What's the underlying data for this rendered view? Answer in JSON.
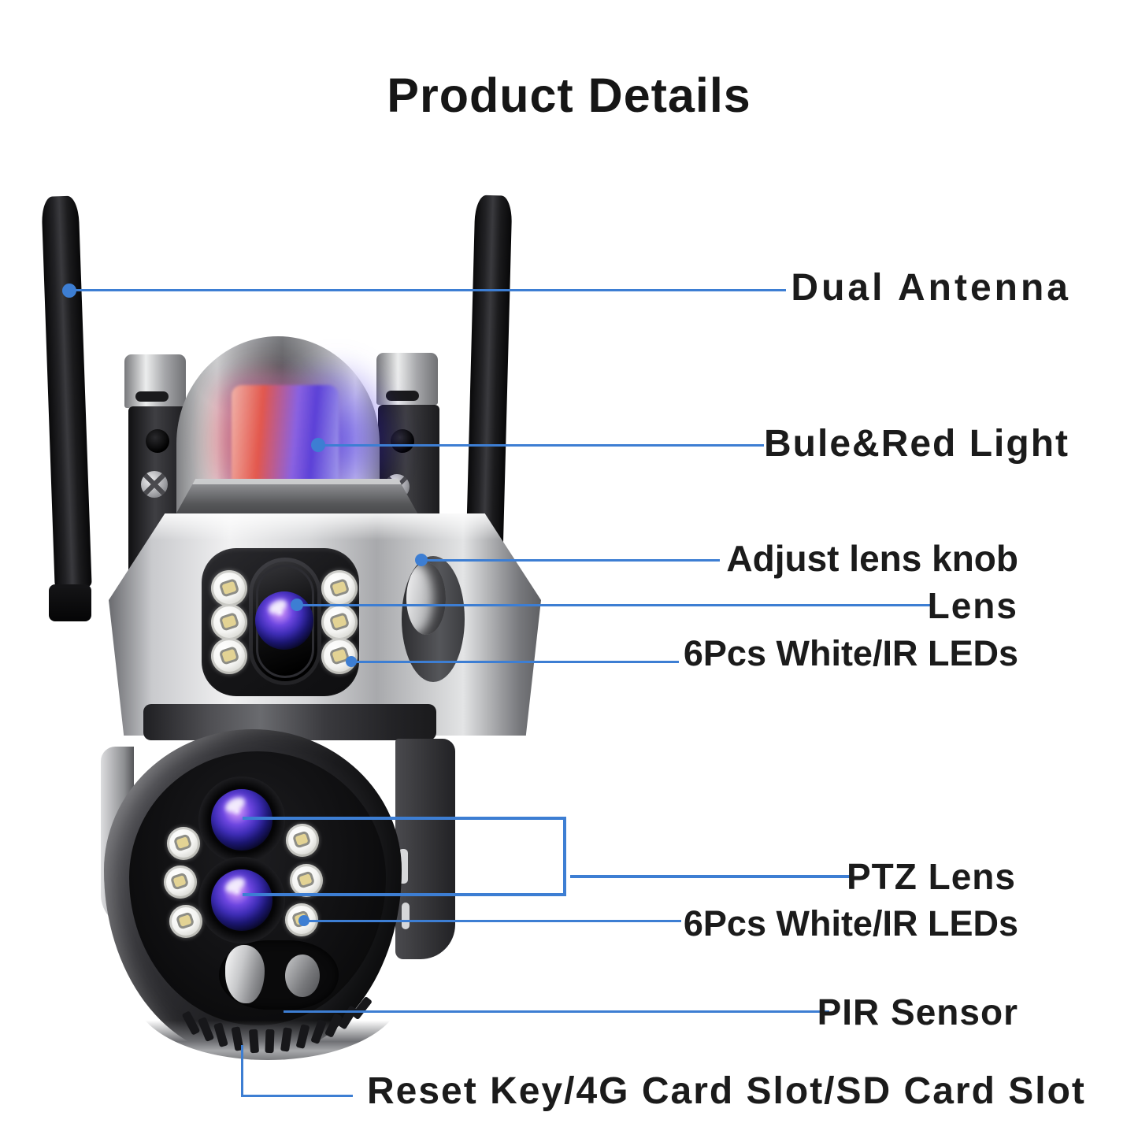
{
  "title": "Product Details",
  "callouts": [
    {
      "id": "dual-antenna",
      "label": "Dual Antenna"
    },
    {
      "id": "blue-red-light",
      "label": "Bule&Red Light"
    },
    {
      "id": "adjust-lens-knob",
      "label": "Adjust lens knob"
    },
    {
      "id": "lens",
      "label": "Lens"
    },
    {
      "id": "leds-upper",
      "label": "6Pcs White/IR LEDs"
    },
    {
      "id": "ptz-lens",
      "label": "PTZ Lens"
    },
    {
      "id": "leds-lower",
      "label": "6Pcs White/IR LEDs"
    },
    {
      "id": "pir-sensor",
      "label": "PIR Sensor"
    },
    {
      "id": "reset-key",
      "label": "Reset Key/4G Card Slot/SD Card Slot"
    }
  ],
  "colors": {
    "leader_line": "#3d7ed3",
    "label_text": "#1b1b1b",
    "alarm_red": "#e4574c",
    "alarm_blue": "#5a3fd8",
    "background": "#ffffff"
  }
}
